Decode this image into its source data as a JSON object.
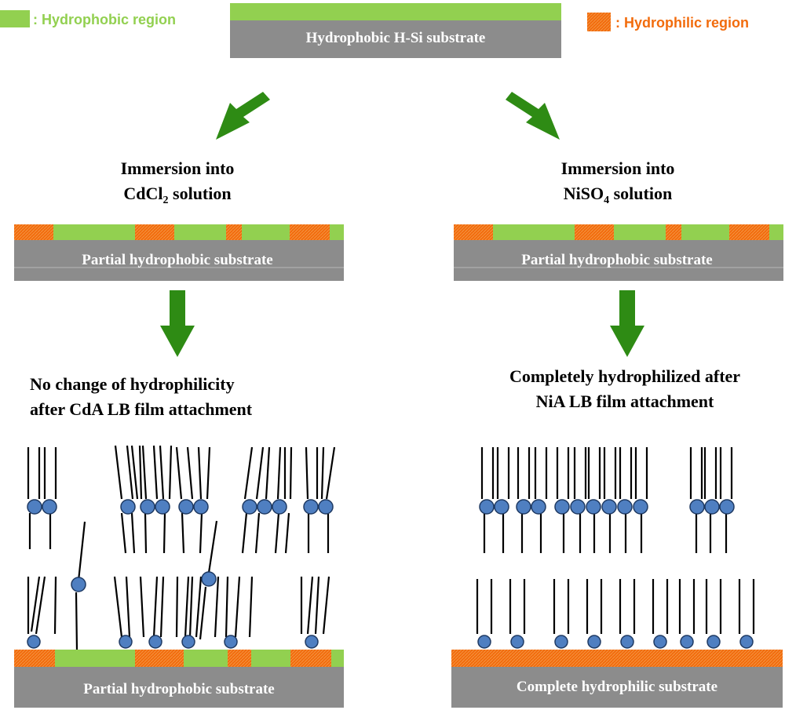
{
  "colors": {
    "hydrophobic": "#92d050",
    "hydrophilic": "#f26c0d",
    "substrate": "#8c8c8c",
    "arrow": "#2e8b14",
    "head": "#4f7fc1",
    "head_stroke": "#1f3a63",
    "tail": "#000000"
  },
  "legend": {
    "hydrophobic_label": ": Hydrophobic region",
    "hydrophilic_label": ": Hydrophilic region"
  },
  "top": {
    "substrate_label": "Hydrophobic H-Si substrate"
  },
  "left": {
    "immersion_line1": "Immersion into",
    "immersion_chem_a": "CdCl",
    "immersion_chem_sub": "2",
    "immersion_chem_b": " solution",
    "partial_substrate_label": "Partial hydrophobic substrate",
    "result_line1": "No change of hydrophilicity",
    "result_line2": "after CdA LB film attachment",
    "final_substrate_label": "Partial hydrophobic substrate"
  },
  "right": {
    "immersion_line1": "Immersion into",
    "immersion_chem_a": "NiSO",
    "immersion_chem_sub": "4",
    "immersion_chem_b": " solution",
    "partial_substrate_label": "Partial hydrophobic substrate",
    "result_line1": "Completely hydrophilized after",
    "result_line2": "NiA LB film attachment",
    "final_substrate_label": "Complete hydrophilic substrate"
  }
}
